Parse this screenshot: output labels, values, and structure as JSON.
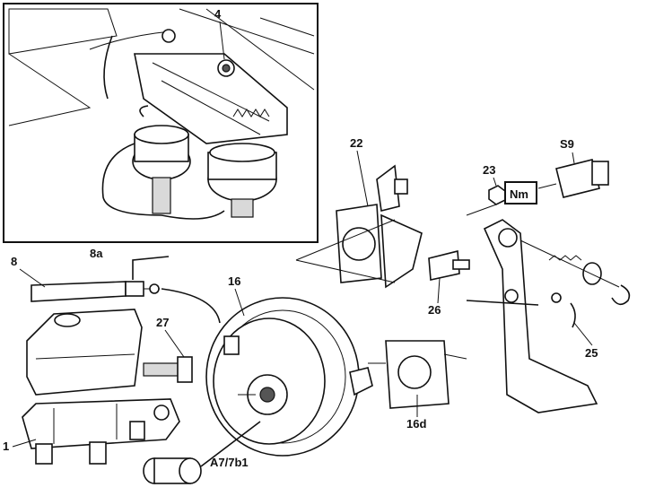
{
  "labels": {
    "l1": "1",
    "l4": "4",
    "l8": "8",
    "l8a": "8a",
    "l16": "16",
    "l16d": "16d",
    "l22": "22",
    "l23": "23",
    "l25": "25",
    "l26": "26",
    "l27": "27",
    "s9": "S9",
    "nm": "Nm",
    "a7": "A7/7b1"
  }
}
